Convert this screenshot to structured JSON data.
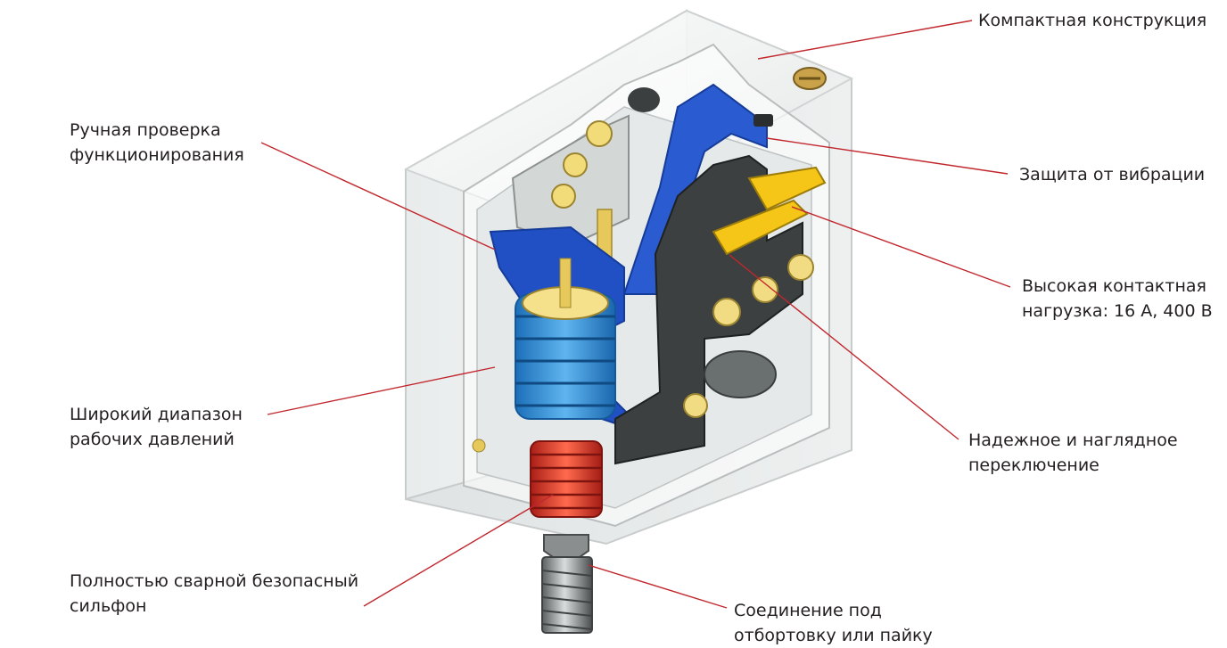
{
  "colors": {
    "leader_line": "#c1272d",
    "housing": "#f1f3f3",
    "housing_edge": "#c9cccc",
    "bellows": "#d6362a",
    "spring": "#2f8fd8",
    "lever": "#1f49b8",
    "contacts": "#f5c518",
    "terminal_block": "#3a3d3d"
  },
  "callouts": [
    {
      "id": "compact",
      "lines": [
        "Компактная конструкция"
      ]
    },
    {
      "id": "manual-test",
      "lines": [
        "Ручная проверка",
        "функционирования"
      ]
    },
    {
      "id": "vibration",
      "lines": [
        "Защита от вибрации"
      ]
    },
    {
      "id": "contact-load",
      "lines": [
        "Высокая контактная",
        "нагрузка: 16 А, 400 В"
      ]
    },
    {
      "id": "pressure-range",
      "lines": [
        "Широкий диапазон",
        "рабочих давлений"
      ]
    },
    {
      "id": "switching",
      "lines": [
        "Надежное и наглядное",
        "переключение"
      ]
    },
    {
      "id": "bellows",
      "lines": [
        "Полностью сварной безопасный",
        "сильфон"
      ]
    },
    {
      "id": "connection",
      "lines": [
        "Соединение под",
        "отбортовку или пайку"
      ]
    }
  ]
}
